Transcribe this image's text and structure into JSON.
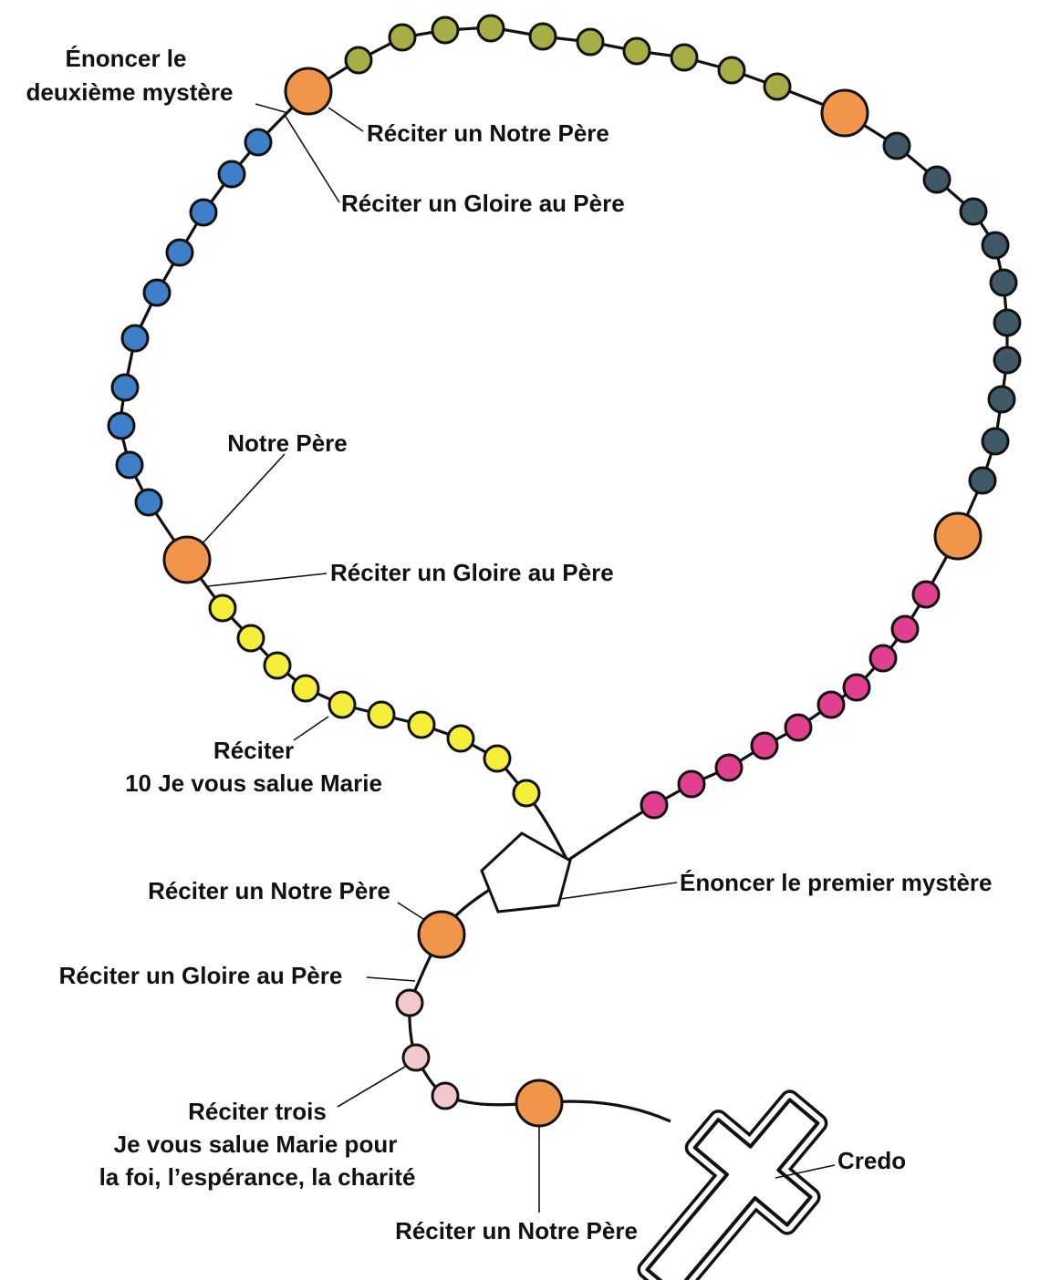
{
  "colors": {
    "our_father_bead": "#f0954a",
    "decade_1": "#f5ee3a",
    "decade_2": "#3f7fc8",
    "decade_3": "#a9ad45",
    "decade_4": "#3f5a66",
    "decade_5": "#e0408e",
    "intro_beads": "#f2c8cc",
    "centerpiece": "#ffffff",
    "cross": "#ffffff",
    "cord": "#111111"
  },
  "labels": {
    "announce_second_line1": "Énoncer le",
    "announce_second_line2": "deuxième mystère",
    "our_father_top": "Réciter un Notre Père",
    "glory_be_top": "Réciter un Gloire au Père",
    "notre_pere": "Notre Père",
    "glory_be_middle": "Réciter un Gloire au Père",
    "ten_hail_marys_line1": "Réciter",
    "ten_hail_marys_line2": "10 Je vous salue Marie",
    "announce_first": "Énoncer le premier mystère",
    "our_father_lower": "Réciter un Notre Père",
    "glory_be_lower": "Réciter un Gloire au Père",
    "three_hail_marys_line1": "Réciter trois",
    "three_hail_marys_line2": "Je vous salue Marie pour",
    "three_hail_marys_line3": "la foi, l’espérance, la charité",
    "our_father_bottom": "Réciter un Notre Père",
    "credo": "Credo"
  }
}
